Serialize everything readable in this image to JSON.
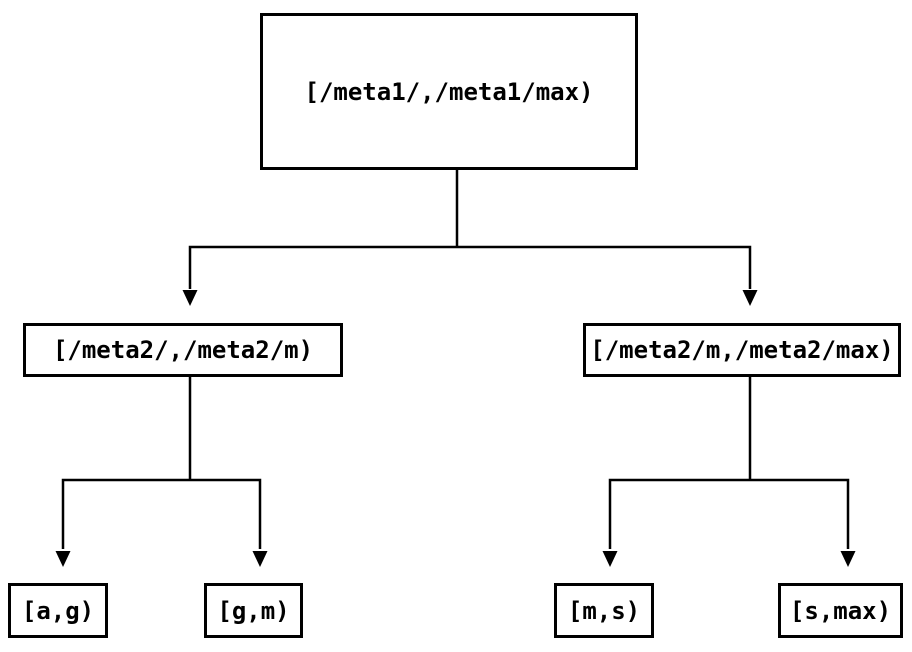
{
  "diagram": {
    "type": "interval-partition-tree",
    "background_color": "#ffffff",
    "line_color": "#000000",
    "nodes": {
      "root": {
        "label": "[/meta1/,/meta1/max)"
      },
      "left_child": {
        "label": "[/meta2/,/meta2/m)"
      },
      "right_child": {
        "label": "[/meta2/m,/meta2/max)"
      },
      "leaf_ag": {
        "label": "[a,g)"
      },
      "leaf_gm": {
        "label": "[g,m)"
      },
      "leaf_ms": {
        "label": "[m,s)"
      },
      "leaf_smax": {
        "label": "[s,max)"
      }
    },
    "edges": [
      {
        "from": "root",
        "to": "left_child"
      },
      {
        "from": "root",
        "to": "right_child"
      },
      {
        "from": "left_child",
        "to": "leaf_ag"
      },
      {
        "from": "left_child",
        "to": "leaf_gm"
      },
      {
        "from": "right_child",
        "to": "leaf_ms"
      },
      {
        "from": "right_child",
        "to": "leaf_smax"
      }
    ]
  }
}
